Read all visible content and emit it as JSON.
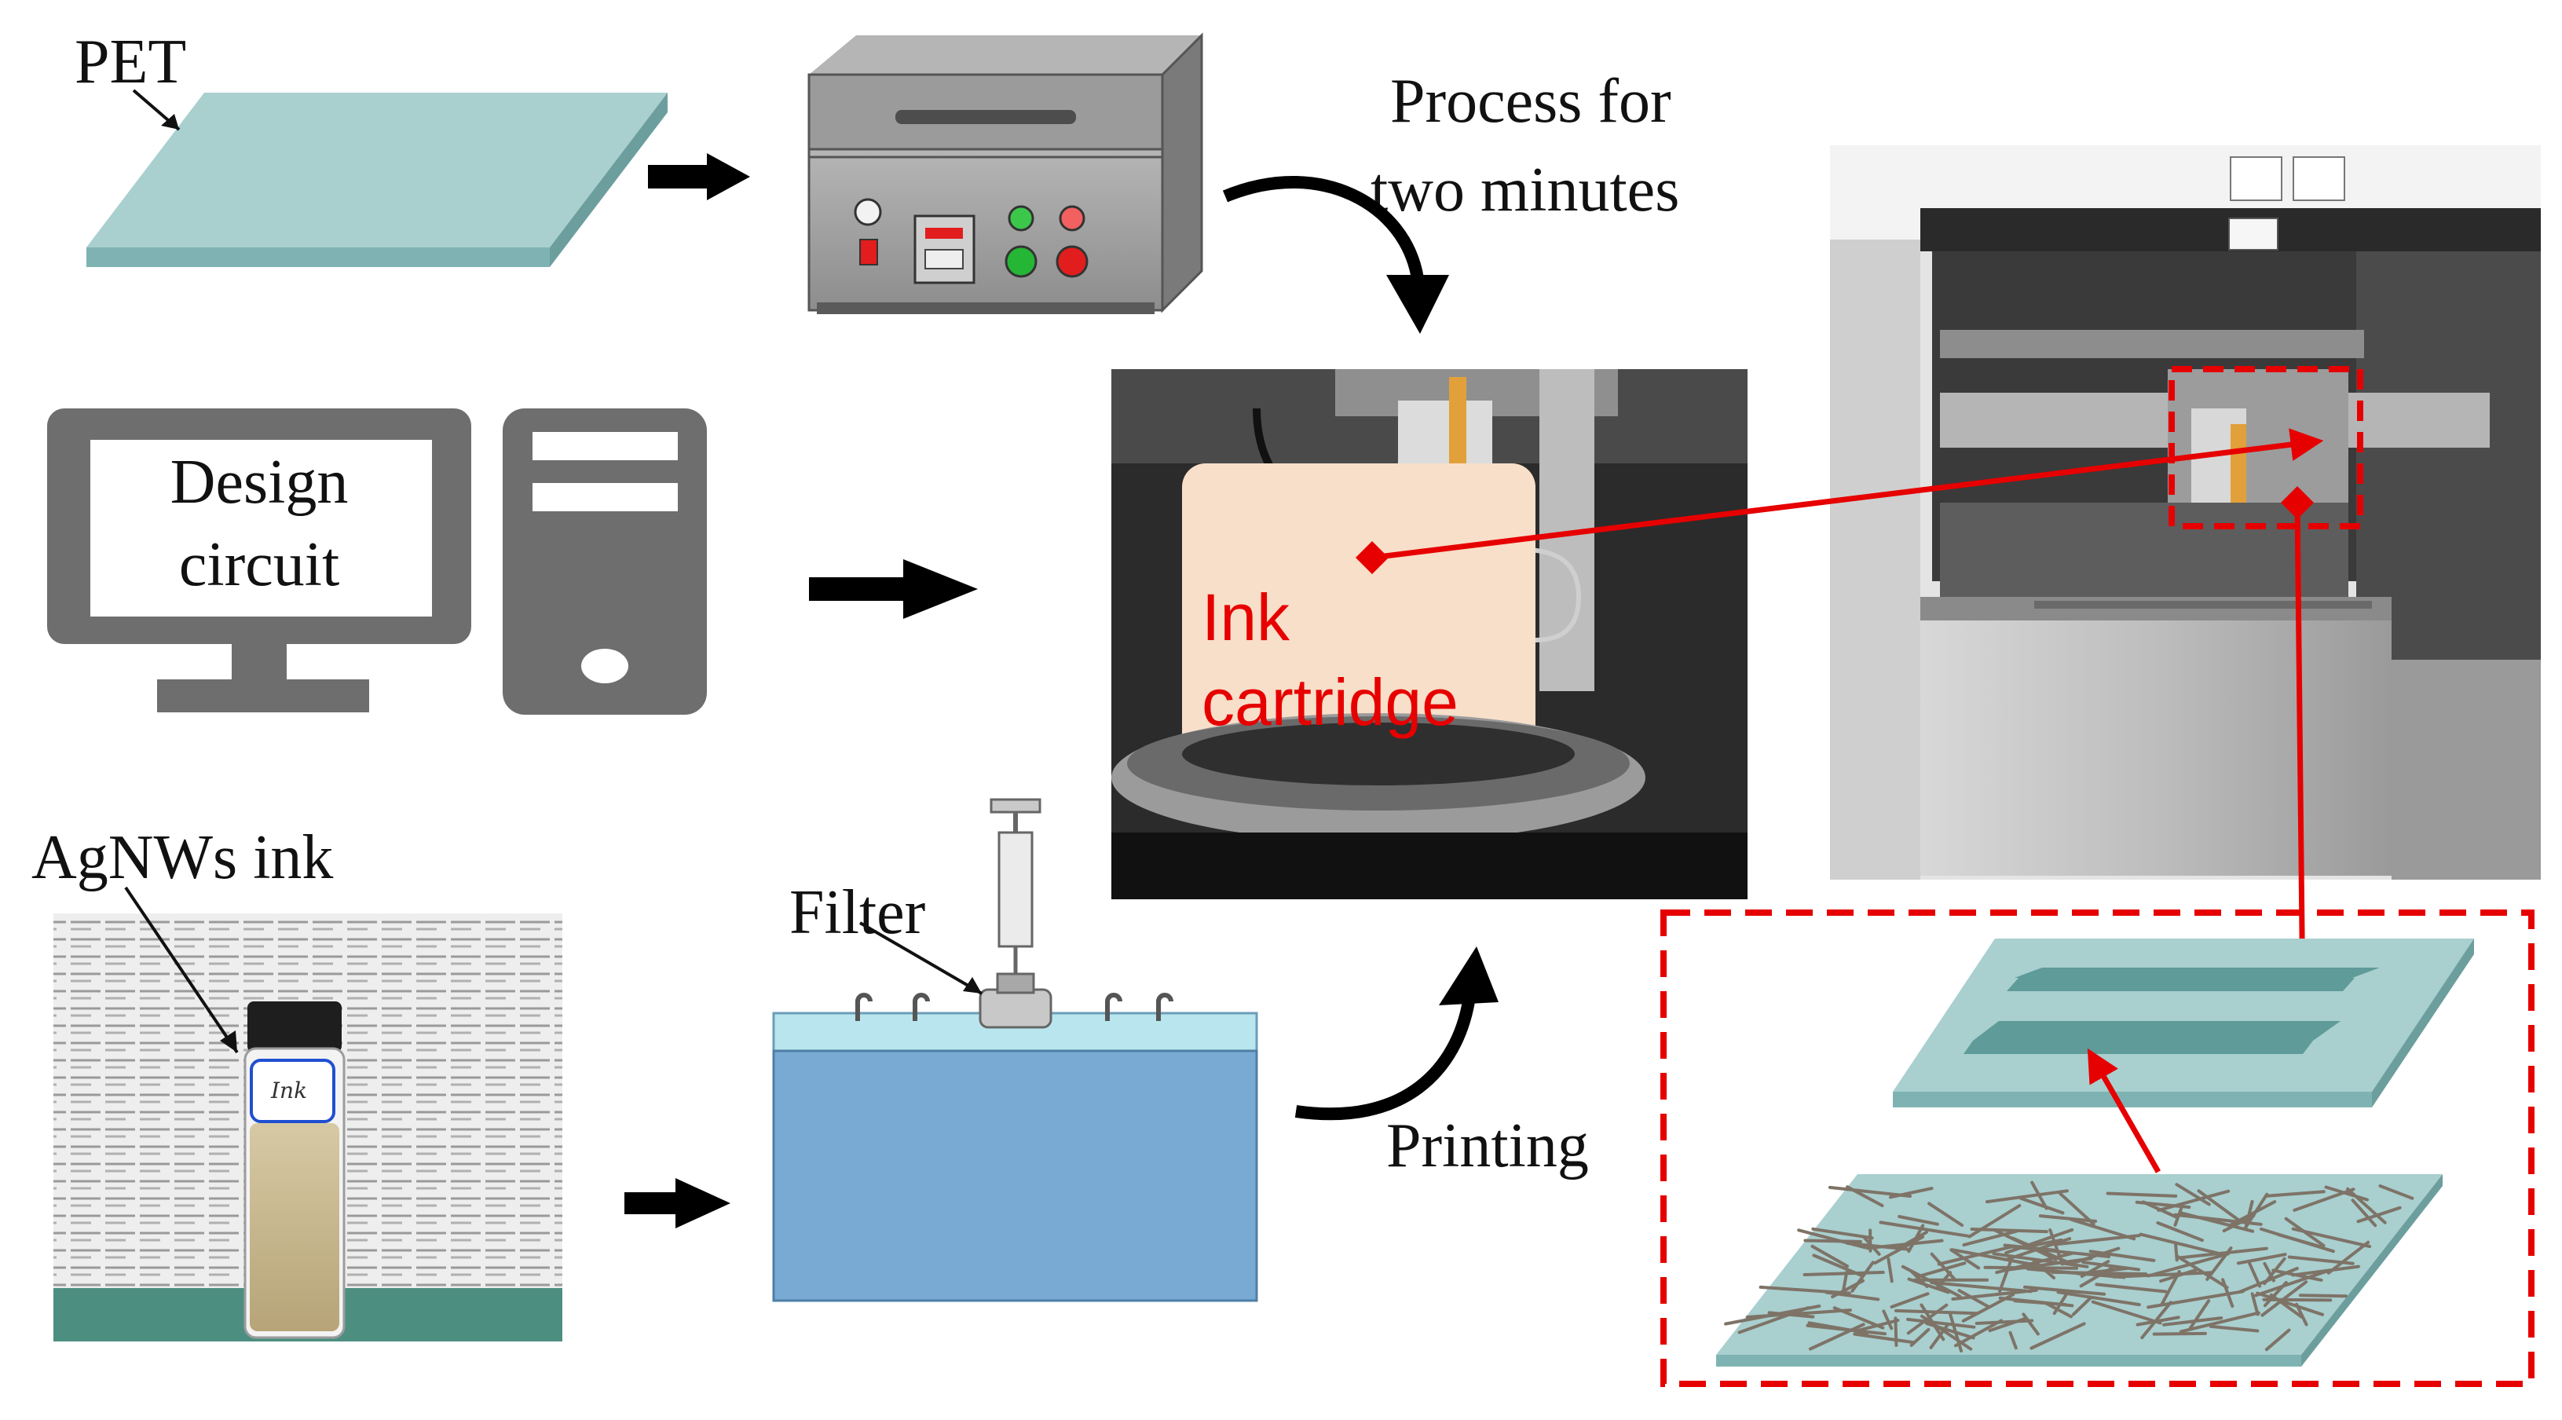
{
  "labels": {
    "pet": "PET",
    "process_line1": "Process for",
    "process_line2": "two minutes",
    "design_line1": "Design",
    "design_line2": "circuit",
    "ink_line1": "Ink",
    "ink_line2": "cartridge",
    "agnws": "AgNWs ink",
    "filter": "Filter",
    "printing": "Printing",
    "vial_tag": "Ink"
  },
  "colors": {
    "pet_top": "#a9cfcf",
    "pet_side": "#7fb3b3",
    "computer_gray": "#6e6e6e",
    "box_blue": "#78aad3",
    "box_top": "#b9e6ee",
    "annotation_red": "#e60000",
    "arrow_black": "#000000"
  },
  "icons": {
    "arrow": "right-arrow-icon",
    "curved_arrow": "curved-arrow-icon",
    "monitor": "monitor-icon",
    "tower": "pc-tower-icon",
    "syringe": "syringe-icon"
  }
}
